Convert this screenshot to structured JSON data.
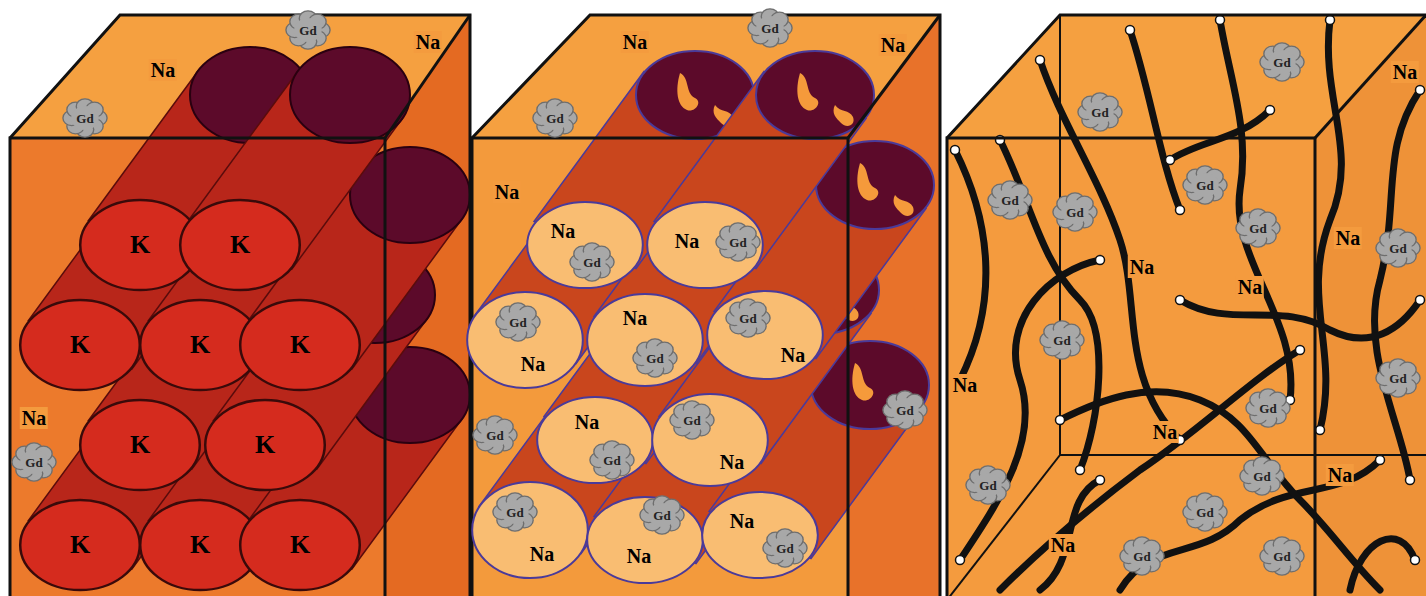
{
  "diagram": {
    "nodes": [
      {
        "text": [
          "Gd"
        ]
      },
      {
        "text": [
          "Gd"
        ]
      },
      {
        "text": [
          "K"
        ]
      },
      {
        "text": [
          "K"
        ]
      },
      {
        "text": [
          "K"
        ]
      },
      {
        "text": [
          "K"
        ]
      },
      {
        "text": [
          "K"
        ]
      },
      {
        "text": [
          "K"
        ]
      },
      {
        "text": [
          "K"
        ]
      },
      {
        "text": [
          "K"
        ]
      },
      {
        "text": [
          "K"
        ]
      },
      {
        "text": [
          "K"
        ]
      },
      {
        "text": [
          "Gd"
        ]
      },
      {
        "text": [
          "Gd"
        ]
      },
      {
        "text": [
          "Gd"
        ]
      },
      {
        "text": [
          "Na"
        ]
      },
      {
        "text": [
          "Gd"
        ],
        "in": 15
      },
      {
        "text": [
          "Na"
        ]
      },
      {
        "text": [
          "Gd"
        ],
        "in": 17
      },
      {
        "text": [
          "Na"
        ]
      },
      {
        "text": [
          "Gd"
        ],
        "in": 19
      },
      {
        "text": [
          "Na"
        ]
      },
      {
        "text": [
          "Gd"
        ],
        "in": 21
      },
      {
        "text": [
          "Na"
        ]
      },
      {
        "text": [
          "Gd"
        ],
        "in": 23
      },
      {
        "text": [
          "Na"
        ]
      },
      {
        "text": [
          "Gd"
        ],
        "in": 25
      },
      {
        "text": [
          "Na"
        ]
      },
      {
        "text": [
          "Gd"
        ],
        "in": 27
      },
      {
        "text": [
          "Na"
        ]
      },
      {
        "text": [
          "Gd"
        ],
        "in": 29
      },
      {
        "text": [
          "Na"
        ]
      },
      {
        "text": [
          "Gd"
        ],
        "in": 31
      },
      {
        "text": [
          "Na"
        ]
      },
      {
        "text": [
          "Gd"
        ],
        "in": 33
      },
      {
        "text": [
          "Gd"
        ]
      },
      {
        "text": [
          "Gd"
        ]
      },
      {
        "text": [
          "Gd"
        ]
      },
      {
        "text": [
          "Gd"
        ]
      },
      {
        "text": [
          "Gd"
        ]
      },
      {
        "text": [
          "Gd"
        ]
      },
      {
        "text": [
          "Gd"
        ]
      },
      {
        "text": [
          "Gd"
        ]
      },
      {
        "text": [
          "Gd"
        ]
      },
      {
        "text": [
          "Gd"
        ]
      },
      {
        "text": [
          "Gd"
        ]
      },
      {
        "text": [
          "Gd"
        ]
      },
      {
        "text": [
          "Gd"
        ]
      },
      {
        "text": [
          "Gd"
        ]
      },
      {
        "text": [
          "Gd"
        ]
      },
      {
        "text": [
          "Gd"
        ]
      },
      {
        "text": [
          "Gd"
        ]
      }
    ],
    "labels": [
      "Na",
      "Na",
      "Na",
      "Na",
      "Na",
      "Na",
      "Na",
      "Na",
      "Na",
      "Na",
      "Na",
      "Na",
      "Na",
      "Na"
    ]
  }
}
